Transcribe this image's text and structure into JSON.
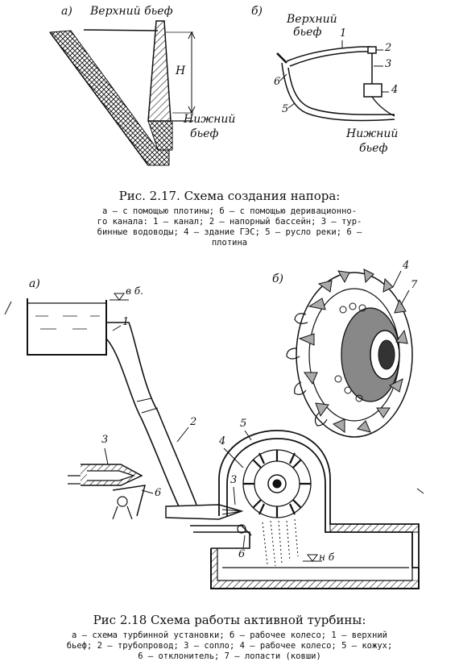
{
  "fig217": {
    "a_label": "а)",
    "b_label": "б)",
    "upper_pool": "Верхний бьеф",
    "head_label": "Н",
    "lower_pool_a_line1": "Нижний",
    "lower_pool_a_line2": "бьеф",
    "b_upper_line1": "Верхний",
    "b_upper_line2": "бьеф",
    "b_lower_line1": "Нижний",
    "b_lower_line2": "бьеф",
    "callouts": [
      "1",
      "2",
      "3",
      "4",
      "5",
      "6"
    ],
    "caption_title": "Рис. 2.17. Схема создания напора:",
    "caption_lines": [
      "а — с помощью плотины; б — с помощью деривационно-",
      "го канала: 1 — канал; 2 — напорный бассейн; 3 — тур-",
      "бинные водоводы; 4 — здание ГЭС; 5 — русло реки; 6 —",
      "плотина"
    ]
  },
  "fig218": {
    "a_label": "а)",
    "b_label": "б)",
    "upper_level": "в б.",
    "lower_level": "н б",
    "callouts": {
      "c1": "1",
      "c2": "2",
      "c3": "3",
      "c3b": "3",
      "c4": "4",
      "c4b": "4",
      "c5": "5",
      "c6": "6",
      "c6b": "6",
      "c7": "7"
    },
    "caption_title": "Рис 2.18 Схема работы активной турбины:",
    "caption_lines": [
      "а — схема турбинной установки; б — рабочее колесо; 1 — верхний",
      "бьеф; 2 — трубопровод; 3 — сопло; 4 — рабочее колесо; 5 — кожух;",
      "6 — отклонитель; 7 — лопасти (ковши)"
    ]
  }
}
